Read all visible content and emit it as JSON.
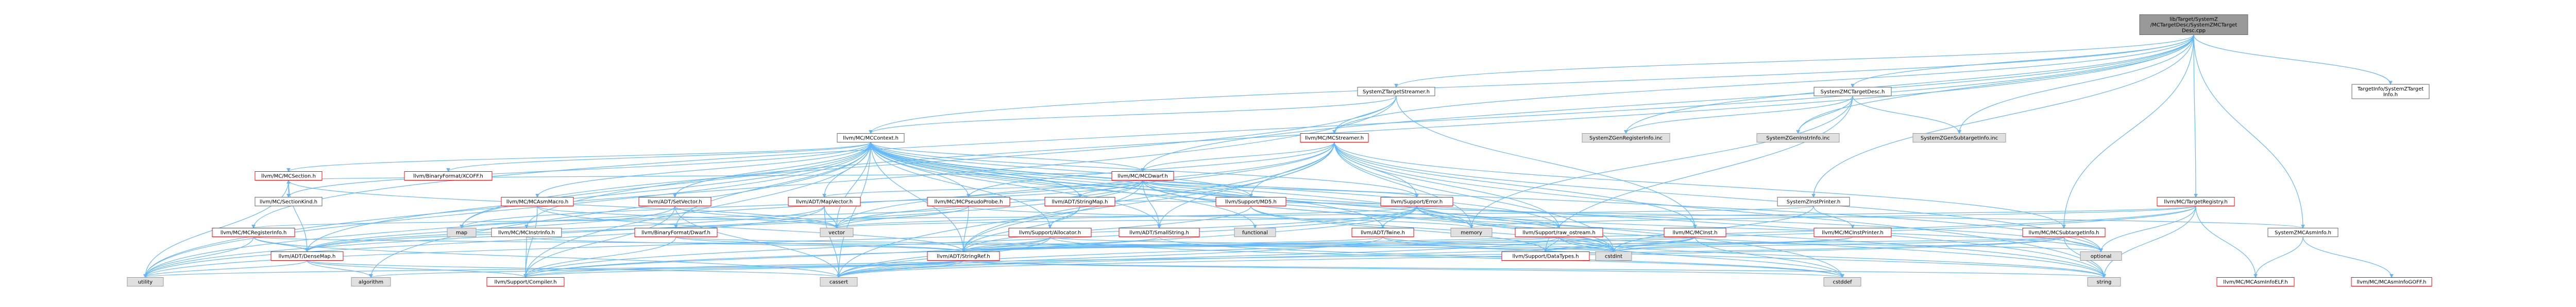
{
  "nodes": [
    {
      "id": "root",
      "lines": [
        "lib/Target/SystemZ",
        "/MCTargetDesc/SystemZMCTarget",
        "Desc.cpp"
      ],
      "style": "root"
    },
    {
      "id": "szts",
      "lines": [
        "SystemZTargetStreamer.h"
      ],
      "style": "black"
    },
    {
      "id": "szmctd",
      "lines": [
        "SystemZMCTargetDesc.h"
      ],
      "style": "black"
    },
    {
      "id": "tisz",
      "lines": [
        "TargetInfo/SystemZTarget",
        "Info.h"
      ],
      "style": "black"
    },
    {
      "id": "mcctx",
      "lines": [
        "llvm/MC/MCContext.h"
      ],
      "style": "black"
    },
    {
      "id": "mcstreamer",
      "lines": [
        "llvm/MC/MCStreamer.h"
      ],
      "style": "red"
    },
    {
      "id": "genreg",
      "lines": [
        "SystemZGenRegisterInfo.inc"
      ],
      "style": "gray"
    },
    {
      "id": "geninstr",
      "lines": [
        "SystemZGenInstrInfo.inc"
      ],
      "style": "gray"
    },
    {
      "id": "gensub",
      "lines": [
        "SystemZGenSubtargetInfo.inc"
      ],
      "style": "gray"
    },
    {
      "id": "binfmt_xcoff",
      "lines": [
        "llvm/BinaryFormat/XCOFF.h"
      ],
      "style": "red"
    },
    {
      "id": "mcsection",
      "lines": [
        "llvm/MC/MCSection.h"
      ],
      "style": "red"
    },
    {
      "id": "mcdwarf",
      "lines": [
        "llvm/MC/MCDwarf.h"
      ],
      "style": "red"
    },
    {
      "id": "mcasmmacro",
      "lines": [
        "llvm/MC/MCAsmMacro.h"
      ],
      "style": "red"
    },
    {
      "id": "mcsectionkind",
      "lines": [
        "llvm/MC/SectionKind.h"
      ],
      "style": "black"
    },
    {
      "id": "adt_mapvector",
      "lines": [
        "llvm/ADT/MapVector.h"
      ],
      "style": "red"
    },
    {
      "id": "adt_setvector",
      "lines": [
        "llvm/ADT/SetVector.h"
      ],
      "style": "red"
    },
    {
      "id": "adt_stringmap",
      "lines": [
        "llvm/ADT/StringMap.h"
      ],
      "style": "red"
    },
    {
      "id": "support_md5",
      "lines": [
        "llvm/Support/MD5.h"
      ],
      "style": "red"
    },
    {
      "id": "mcpseudoprobe",
      "lines": [
        "llvm/MC/MCPseudoProbe.h"
      ],
      "style": "red"
    },
    {
      "id": "support_error",
      "lines": [
        "llvm/Support/Error.h"
      ],
      "style": "red"
    },
    {
      "id": "szinstprinter",
      "lines": [
        "SystemZInstPrinter.h"
      ],
      "style": "black"
    },
    {
      "id": "mcregistry",
      "lines": [
        "llvm/MC/TargetRegistry.h"
      ],
      "style": "red"
    },
    {
      "id": "szmcasminfo",
      "lines": [
        "SystemZMCAsmInfo.h"
      ],
      "style": "black"
    },
    {
      "id": "mcreginfo",
      "lines": [
        "llvm/MC/MCRegisterInfo.h"
      ],
      "style": "red"
    },
    {
      "id": "mcinstrinfo",
      "lines": [
        "llvm/MC/MCInstrInfo.h"
      ],
      "style": "black"
    },
    {
      "id": "binfmt_dwarf",
      "lines": [
        "llvm/BinaryFormat/Dwarf.h"
      ],
      "style": "red"
    },
    {
      "id": "support_alloc",
      "lines": [
        "llvm/Support/Allocator.h"
      ],
      "style": "red"
    },
    {
      "id": "adt_smallstring",
      "lines": [
        "llvm/ADT/SmallString.h"
      ],
      "style": "red"
    },
    {
      "id": "functional",
      "lines": [
        "functional"
      ],
      "style": "gray"
    },
    {
      "id": "adt_twine",
      "lines": [
        "llvm/ADT/Twine.h"
      ],
      "style": "red"
    },
    {
      "id": "raw_ostream",
      "lines": [
        "llvm/Support/raw_ostream.h"
      ],
      "style": "red"
    },
    {
      "id": "memory",
      "lines": [
        "memory"
      ],
      "style": "gray"
    },
    {
      "id": "mcinst",
      "lines": [
        "llvm/MC/MCInst.h"
      ],
      "style": "red"
    },
    {
      "id": "mcinstprinter",
      "lines": [
        "llvm/MC/MCInstPrinter.h"
      ],
      "style": "red"
    },
    {
      "id": "mcsubtarget",
      "lines": [
        "llvm/MC/MCSubtargetInfo.h"
      ],
      "style": "red"
    },
    {
      "id": "optional",
      "lines": [
        "optional"
      ],
      "style": "gray"
    },
    {
      "id": "mcasminfoelf",
      "lines": [
        "llvm/MC/MCAsmInfoELF.h"
      ],
      "style": "red"
    },
    {
      "id": "mcasminfogoff",
      "lines": [
        "llvm/MC/MCAsmInfoGOFF.h"
      ],
      "style": "red"
    },
    {
      "id": "map",
      "lines": [
        "map"
      ],
      "style": "gray"
    },
    {
      "id": "vector",
      "lines": [
        "vector"
      ],
      "style": "gray"
    },
    {
      "id": "adt_densemap",
      "lines": [
        "llvm/ADT/DenseMap.h"
      ],
      "style": "red"
    },
    {
      "id": "adt_stringref",
      "lines": [
        "llvm/ADT/StringRef.h"
      ],
      "style": "red"
    },
    {
      "id": "cstdint",
      "lines": [
        "cstdint"
      ],
      "style": "gray"
    },
    {
      "id": "datatypes",
      "lines": [
        "llvm/Support/DataTypes.h"
      ],
      "style": "red"
    },
    {
      "id": "utility",
      "lines": [
        "utility"
      ],
      "style": "gray"
    },
    {
      "id": "algorithm",
      "lines": [
        "algorithm"
      ],
      "style": "gray"
    },
    {
      "id": "compiler",
      "lines": [
        "llvm/Support/Compiler.h"
      ],
      "style": "red"
    },
    {
      "id": "cassert",
      "lines": [
        "cassert"
      ],
      "style": "gray"
    },
    {
      "id": "cstddef",
      "lines": [
        "cstddef"
      ],
      "style": "gray"
    },
    {
      "id": "string",
      "lines": [
        "string"
      ],
      "style": "gray"
    }
  ],
  "edges": [
    [
      "root",
      "szts"
    ],
    [
      "root",
      "szmctd"
    ],
    [
      "root",
      "tisz"
    ],
    [
      "root",
      "mcctx"
    ],
    [
      "root",
      "mcstreamer"
    ],
    [
      "root",
      "genreg"
    ],
    [
      "root",
      "geninstr"
    ],
    [
      "root",
      "gensub"
    ],
    [
      "root",
      "szinstprinter"
    ],
    [
      "root",
      "mcregistry"
    ],
    [
      "root",
      "szmcasminfo"
    ],
    [
      "root",
      "mcdwarf"
    ],
    [
      "root",
      "mcinstrinfo"
    ],
    [
      "root",
      "mcreginfo"
    ],
    [
      "root",
      "mcsubtarget"
    ],
    [
      "szts",
      "mcstreamer"
    ],
    [
      "szts",
      "mcinst"
    ],
    [
      "szts",
      "mcctx"
    ],
    [
      "szts",
      "map"
    ],
    [
      "szts",
      "utility"
    ],
    [
      "szmctd",
      "genreg"
    ],
    [
      "szmctd",
      "geninstr"
    ],
    [
      "szmctd",
      "gensub"
    ],
    [
      "szmctd",
      "datatypes"
    ],
    [
      "szmctd",
      "memory"
    ],
    [
      "mcctx",
      "binfmt_xcoff"
    ],
    [
      "mcctx",
      "mcsection"
    ],
    [
      "mcctx",
      "mcdwarf"
    ],
    [
      "mcctx",
      "mcasmmacro"
    ],
    [
      "mcctx",
      "mcsectionkind"
    ],
    [
      "mcctx",
      "adt_mapvector"
    ],
    [
      "mcctx",
      "adt_setvector"
    ],
    [
      "mcctx",
      "adt_stringmap"
    ],
    [
      "mcctx",
      "support_md5"
    ],
    [
      "mcctx",
      "mcpseudoprobe"
    ],
    [
      "mcctx",
      "support_error"
    ],
    [
      "mcctx",
      "binfmt_dwarf"
    ],
    [
      "mcctx",
      "support_alloc"
    ],
    [
      "mcctx",
      "adt_smallstring"
    ],
    [
      "mcctx",
      "adt_twine"
    ],
    [
      "mcctx",
      "raw_ostream"
    ],
    [
      "mcctx",
      "adt_densemap"
    ],
    [
      "mcctx",
      "adt_stringref"
    ],
    [
      "mcctx",
      "map"
    ],
    [
      "mcctx",
      "vector"
    ],
    [
      "mcctx",
      "memory"
    ],
    [
      "mcctx",
      "functional"
    ],
    [
      "mcctx",
      "optional"
    ],
    [
      "mcctx",
      "string"
    ],
    [
      "mcctx",
      "cstdint"
    ],
    [
      "mcctx",
      "cstddef"
    ],
    [
      "mcctx",
      "utility"
    ],
    [
      "mcctx",
      "algorithm"
    ],
    [
      "mcctx",
      "cassert"
    ],
    [
      "mcctx",
      "compiler"
    ],
    [
      "mcstreamer",
      "mcdwarf"
    ],
    [
      "mcstreamer",
      "support_error"
    ],
    [
      "mcstreamer",
      "mcpseudoprobe"
    ],
    [
      "mcstreamer",
      "support_md5"
    ],
    [
      "mcstreamer",
      "adt_smallstring"
    ],
    [
      "mcstreamer",
      "adt_stringref"
    ],
    [
      "mcstreamer",
      "mcinst"
    ],
    [
      "mcstreamer",
      "mcsubtarget"
    ],
    [
      "mcstreamer",
      "vector"
    ],
    [
      "mcstreamer",
      "memory"
    ],
    [
      "mcstreamer",
      "optional"
    ],
    [
      "mcstreamer",
      "string"
    ],
    [
      "mcstreamer",
      "cstdint"
    ],
    [
      "mcstreamer",
      "cassert"
    ],
    [
      "mcstreamer",
      "raw_ostream"
    ],
    [
      "mcstreamer",
      "utility"
    ],
    [
      "mcsection",
      "mcsectionkind"
    ],
    [
      "mcsection",
      "adt_densemap"
    ],
    [
      "mcsection",
      "utility"
    ],
    [
      "mcsection",
      "vector"
    ],
    [
      "mcdwarf",
      "adt_mapvector"
    ],
    [
      "mcdwarf",
      "adt_stringmap"
    ],
    [
      "mcdwarf",
      "support_md5"
    ],
    [
      "mcdwarf",
      "support_error"
    ],
    [
      "mcdwarf",
      "adt_stringref"
    ],
    [
      "mcdwarf",
      "adt_smallstring"
    ],
    [
      "mcdwarf",
      "vector"
    ],
    [
      "mcdwarf",
      "string"
    ],
    [
      "mcdwarf",
      "cstdint"
    ],
    [
      "mcdwarf",
      "utility"
    ],
    [
      "mcdwarf",
      "optional"
    ],
    [
      "mcdwarf",
      "map"
    ],
    [
      "mcdwarf",
      "mcsection"
    ],
    [
      "mcasmmacro",
      "adt_stringref"
    ],
    [
      "mcasmmacro",
      "vector"
    ],
    [
      "mcasmmacro",
      "compiler"
    ],
    [
      "adt_mapvector",
      "adt_densemap"
    ],
    [
      "adt_mapvector",
      "vector"
    ],
    [
      "adt_mapvector",
      "cassert"
    ],
    [
      "adt_mapvector",
      "utility"
    ],
    [
      "adt_setvector",
      "adt_densemap"
    ],
    [
      "adt_setvector",
      "compiler"
    ],
    [
      "adt_setvector",
      "cassert"
    ],
    [
      "adt_setvector",
      "vector"
    ],
    [
      "adt_stringmap",
      "adt_stringref"
    ],
    [
      "adt_stringmap",
      "support_alloc"
    ],
    [
      "support_md5",
      "adt_stringref"
    ],
    [
      "support_md5",
      "cstdint"
    ],
    [
      "support_md5",
      "datatypes"
    ],
    [
      "mcpseudoprobe",
      "adt_densemap"
    ],
    [
      "mcpseudoprobe",
      "adt_stringref"
    ],
    [
      "mcpseudoprobe",
      "vector"
    ],
    [
      "mcpseudoprobe",
      "map"
    ],
    [
      "mcpseudoprobe",
      "memory"
    ],
    [
      "mcpseudoprobe",
      "support_error"
    ],
    [
      "support_error",
      "adt_twine"
    ],
    [
      "support_error",
      "adt_smallvector"
    ],
    [
      "support_error",
      "raw_ostream"
    ],
    [
      "support_error",
      "compiler"
    ],
    [
      "support_error",
      "cassert"
    ],
    [
      "support_error",
      "cstdint"
    ],
    [
      "support_error",
      "memory"
    ],
    [
      "support_error",
      "optional"
    ],
    [
      "support_error",
      "string"
    ],
    [
      "support_error",
      "utility"
    ],
    [
      "support_error",
      "vector"
    ],
    [
      "szinstprinter",
      "mcinstprinter"
    ],
    [
      "szinstprinter",
      "mcreginfo"
    ],
    [
      "szinstprinter",
      "cstdint"
    ],
    [
      "mcregistry",
      "optional"
    ],
    [
      "mcregistry",
      "string"
    ],
    [
      "mcregistry",
      "cassert"
    ],
    [
      "mcregistry",
      "memory"
    ],
    [
      "mcregistry",
      "mcasminfoelf"
    ],
    [
      "mcregistry",
      "compiler"
    ],
    [
      "mcregistry",
      "vector"
    ],
    [
      "szmcasminfo",
      "mcasminfoelf"
    ],
    [
      "szmcasminfo",
      "mcasminfogoff"
    ],
    [
      "szmcasminfo",
      "support_error"
    ],
    [
      "mcreginfo",
      "adt_densemap"
    ],
    [
      "mcreginfo",
      "utility"
    ],
    [
      "mcreginfo",
      "cassert"
    ],
    [
      "mcreginfo",
      "cstdint"
    ],
    [
      "mcinstrinfo",
      "adt_stringref"
    ],
    [
      "mcinstrinfo",
      "compiler"
    ],
    [
      "binfmt_dwarf",
      "adt_stringref"
    ],
    [
      "binfmt_dwarf",
      "datatypes"
    ],
    [
      "binfmt_dwarf",
      "compiler"
    ],
    [
      "support_alloc",
      "adt_stringref"
    ],
    [
      "support_alloc",
      "compiler"
    ],
    [
      "support_alloc",
      "cassert"
    ],
    [
      "support_alloc",
      "cstddef"
    ],
    [
      "support_alloc",
      "cstdint"
    ],
    [
      "adt_smallstring",
      "adt_stringref"
    ],
    [
      "adt_smallstring",
      "cstddef"
    ],
    [
      "adt_twine",
      "adt_stringref"
    ],
    [
      "adt_twine",
      "cassert"
    ],
    [
      "adt_twine",
      "cstdint"
    ],
    [
      "adt_twine",
      "string"
    ],
    [
      "raw_ostream",
      "adt_stringref"
    ],
    [
      "raw_ostream",
      "datatypes"
    ],
    [
      "raw_ostream",
      "cassert"
    ],
    [
      "raw_ostream",
      "cstddef"
    ],
    [
      "raw_ostream",
      "cstdint"
    ],
    [
      "raw_ostream",
      "optional"
    ],
    [
      "raw_ostream",
      "string"
    ],
    [
      "mcinst",
      "adt_stringref"
    ],
    [
      "mcinst",
      "datatypes"
    ],
    [
      "mcinst",
      "cassert"
    ],
    [
      "mcinst",
      "cstddef"
    ],
    [
      "mcinst",
      "cstdint"
    ],
    [
      "mcinstprinter",
      "datatypes"
    ],
    [
      "mcinstprinter",
      "cstdint"
    ],
    [
      "mcsubtarget",
      "adt_stringref"
    ],
    [
      "mcsubtarget",
      "optional"
    ],
    [
      "mcsubtarget",
      "string"
    ],
    [
      "mcsubtarget",
      "cassert"
    ],
    [
      "mcsubtarget",
      "cstdint"
    ],
    [
      "mcsubtarget",
      "compiler"
    ],
    [
      "adt_densemap",
      "compiler"
    ],
    [
      "adt_densemap",
      "algorithm"
    ],
    [
      "adt_densemap",
      "utility"
    ],
    [
      "adt_densemap",
      "cassert"
    ],
    [
      "adt_stringref",
      "compiler"
    ],
    [
      "adt_stringref",
      "algorithm"
    ],
    [
      "adt_stringref",
      "cassert"
    ],
    [
      "adt_stringref",
      "cstddef"
    ],
    [
      "adt_stringref",
      "string"
    ],
    [
      "adt_stringref",
      "utility"
    ]
  ]
}
